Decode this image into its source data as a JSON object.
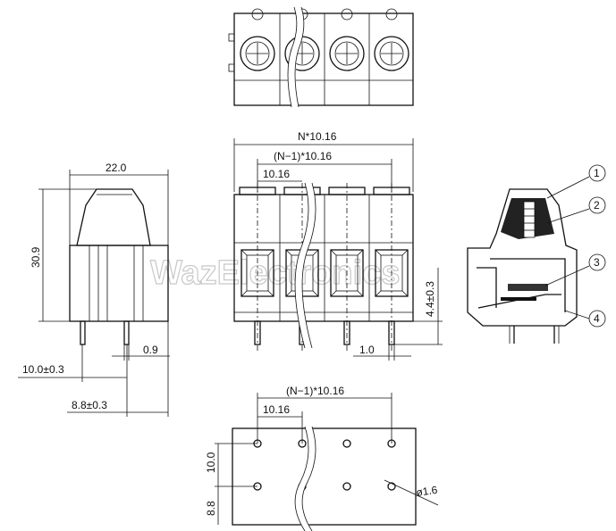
{
  "watermark": "WazElectronics",
  "dimensions": {
    "top_overall": "N*10.16",
    "top_n_minus_1": "(N−1)*10.16",
    "top_pitch": "10.16",
    "side_width": "22.0",
    "side_height": "30.9",
    "pin_width": "0.9",
    "side_offset_1": "10.0±0.3",
    "side_offset_2": "8.8±0.3",
    "pin_length": "4.4±0.3",
    "pin_thickness": "1.0",
    "pcb_n_minus_1": "(N−1)*10.16",
    "pcb_pitch": "10.16",
    "pcb_row_gap": "10.0",
    "pcb_edge": "8.8",
    "pcb_hole": "ø1.6"
  },
  "callouts": [
    "1",
    "2",
    "3",
    "4"
  ]
}
